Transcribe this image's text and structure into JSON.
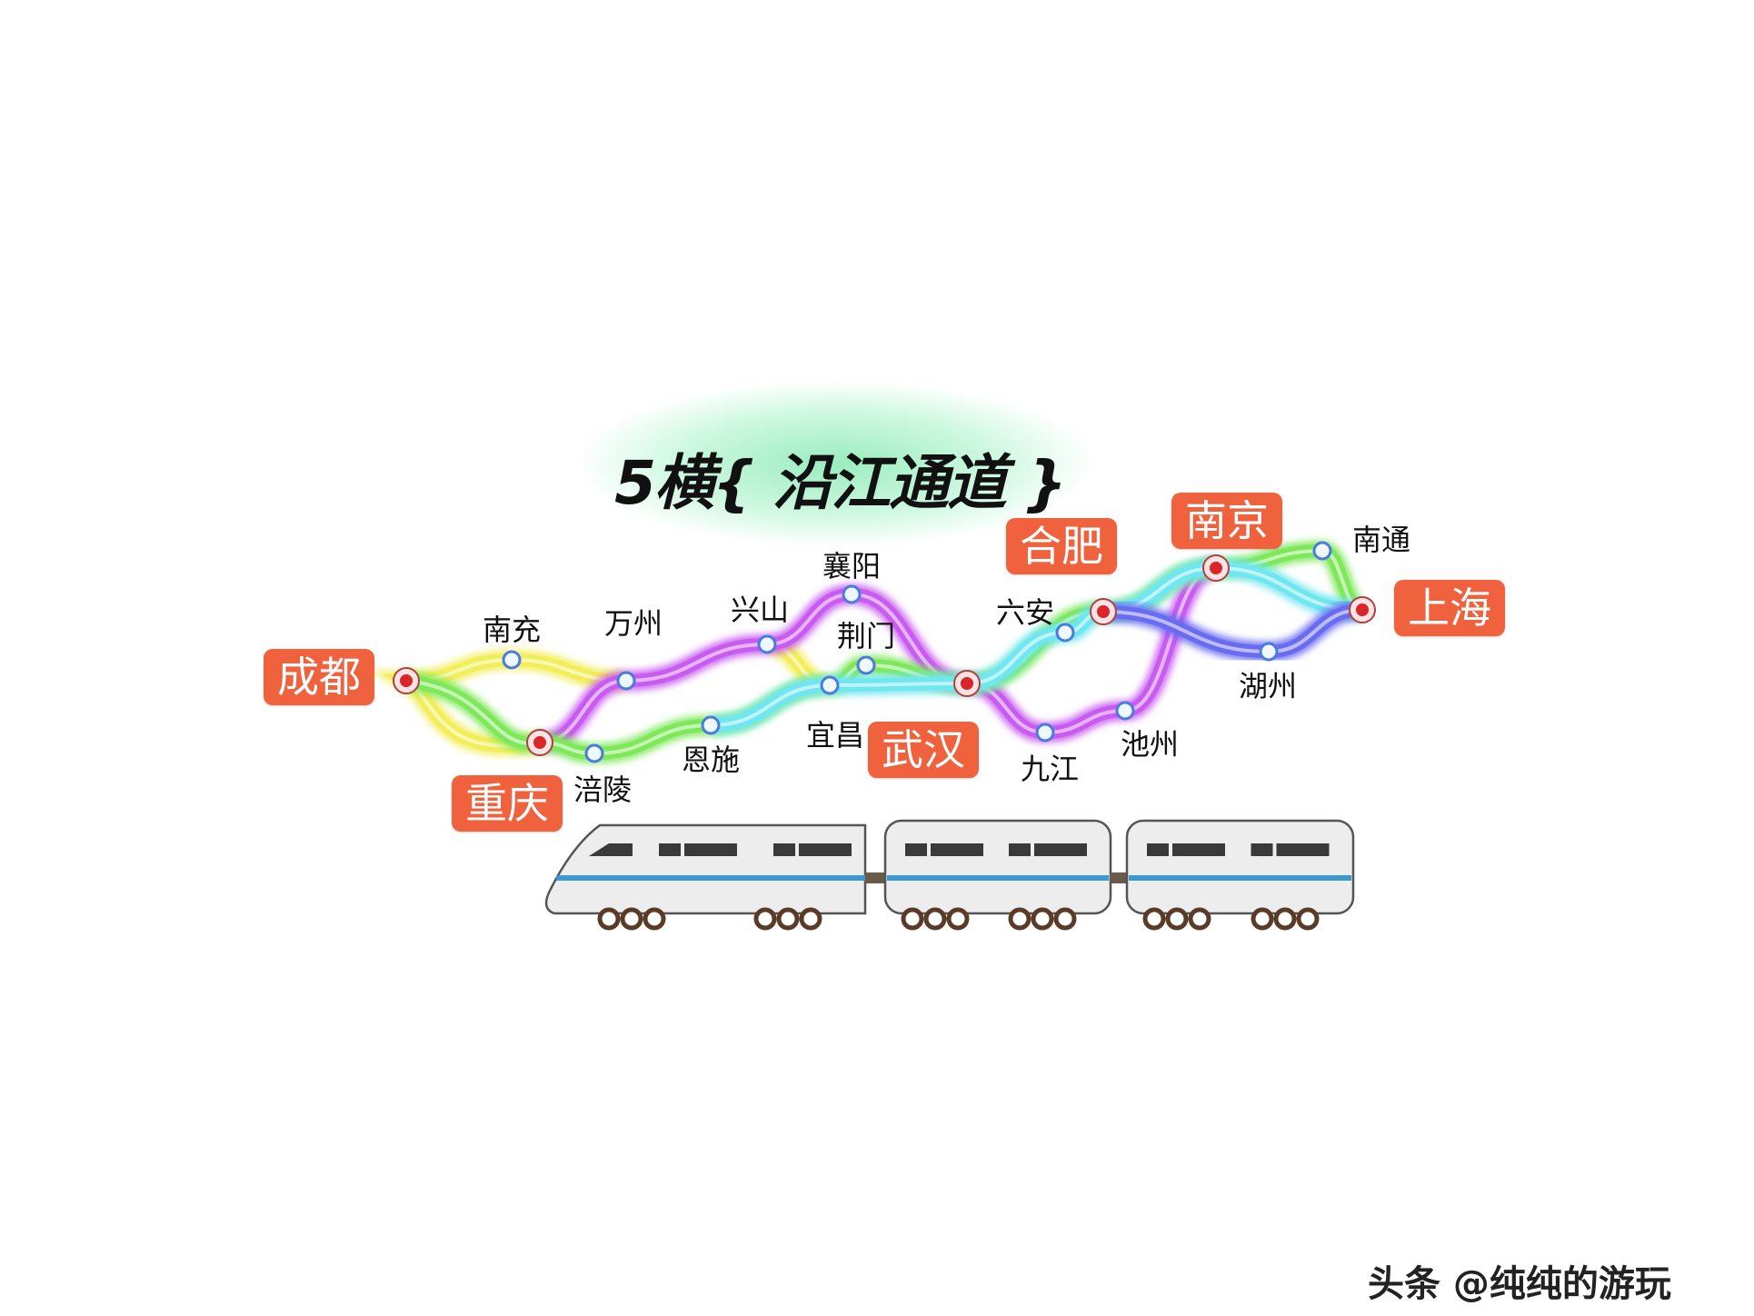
{
  "title": "5横{ 沿江通道 }",
  "major_cities": [
    "成都",
    "重庆",
    "武汉",
    "合肥",
    "南京",
    "上海"
  ],
  "stations": [
    "南充",
    "万州",
    "兴山",
    "襄阳",
    "荆门",
    "宜昌",
    "恩施",
    "涪陵",
    "六安",
    "九江",
    "池州",
    "湖州",
    "南通"
  ],
  "routes": [
    {
      "color": "#f2ee5a",
      "stops": [
        "重庆",
        "成都",
        "南充",
        "万州"
      ]
    },
    {
      "color": "#f2ee5a",
      "stops": [
        "兴山",
        "宜昌"
      ]
    },
    {
      "color": "#c95cf0",
      "stops": [
        "重庆",
        "万州",
        "兴山",
        "襄阳",
        "武汉",
        "九江",
        "池州",
        "南京"
      ]
    },
    {
      "color": "#7ee85a",
      "stops": [
        "成都",
        "重庆",
        "涪陵",
        "恩施",
        "宜昌",
        "荆门",
        "武汉",
        "合肥",
        "南京",
        "南通",
        "上海"
      ]
    },
    {
      "color": "#6fe6f0",
      "stops": [
        "恩施",
        "宜昌",
        "武汉",
        "六安",
        "合肥",
        "南京",
        "上海"
      ]
    },
    {
      "color": "#6a6cf0",
      "stops": [
        "合肥",
        "湖州",
        "上海"
      ]
    }
  ],
  "watermark": "头条 @纯纯的游玩",
  "colors": {
    "city_label": "#f0623e",
    "node_red": "#d8262a",
    "train_stripe": "#3a9ad0"
  }
}
